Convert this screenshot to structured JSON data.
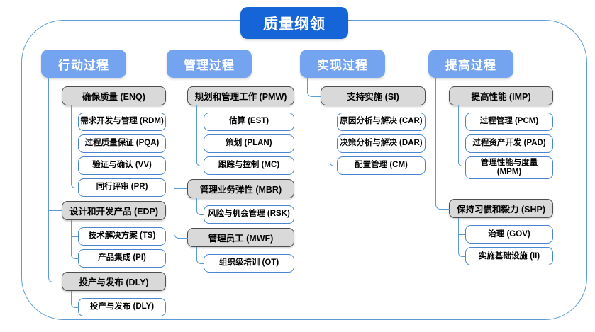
{
  "title": "质量纲领",
  "colors": {
    "title_bg": "#1565d8",
    "column_header_bg": "#74a4f0",
    "connector_line": "#5b9bd5",
    "group_box_fill": "#d9d9d9",
    "group_box_border": "#4d4d4d",
    "leaf_box_border": "#4a86d0",
    "text": "#000000"
  },
  "columns": [
    {
      "header": "行动过程",
      "groups": [
        {
          "label": "确保质量 (ENQ)",
          "children": [
            "需求开发与管理 (RDM)",
            "过程质量保证 (PQA)",
            "验证与确认 (VV)",
            "同行评审 (PR)"
          ]
        },
        {
          "label": "设计和开发产品 (EDP)",
          "children": [
            "技术解决方案 (TS)",
            "产品集成 (PI)"
          ]
        },
        {
          "label": "投产与发布 (DLY)",
          "children": [
            "投产与发布 (DLY)"
          ]
        }
      ]
    },
    {
      "header": "管理过程",
      "groups": [
        {
          "label": "规划和管理工作 (PMW)",
          "children": [
            "估算 (EST)",
            "策划 (PLAN)",
            "跟踪与控制 (MC)"
          ]
        },
        {
          "label": "管理业务弹性 (MBR)",
          "children": [
            "风险与机会管理 (RSK)"
          ]
        },
        {
          "label": "管理员工 (MWF)",
          "children": [
            "组织级培训 (OT)"
          ]
        }
      ]
    },
    {
      "header": "实现过程",
      "groups": [
        {
          "label": "支持实施 (SI)",
          "children": [
            "原因分析与解决 (CAR)",
            "决策分析与解决 (DAR)",
            "配置管理 (CM)"
          ]
        }
      ]
    },
    {
      "header": "提高过程",
      "groups": [
        {
          "label": "提高性能 (IMP)",
          "children": [
            "过程管理 (PCM)",
            "过程资产开发 (PAD)",
            "管理性能与度量 (MPM)"
          ]
        },
        {
          "label": "保持习惯和毅力 (SHP)",
          "children": [
            "治理 (GOV)",
            "实施基础设施 (II)"
          ]
        }
      ]
    }
  ]
}
